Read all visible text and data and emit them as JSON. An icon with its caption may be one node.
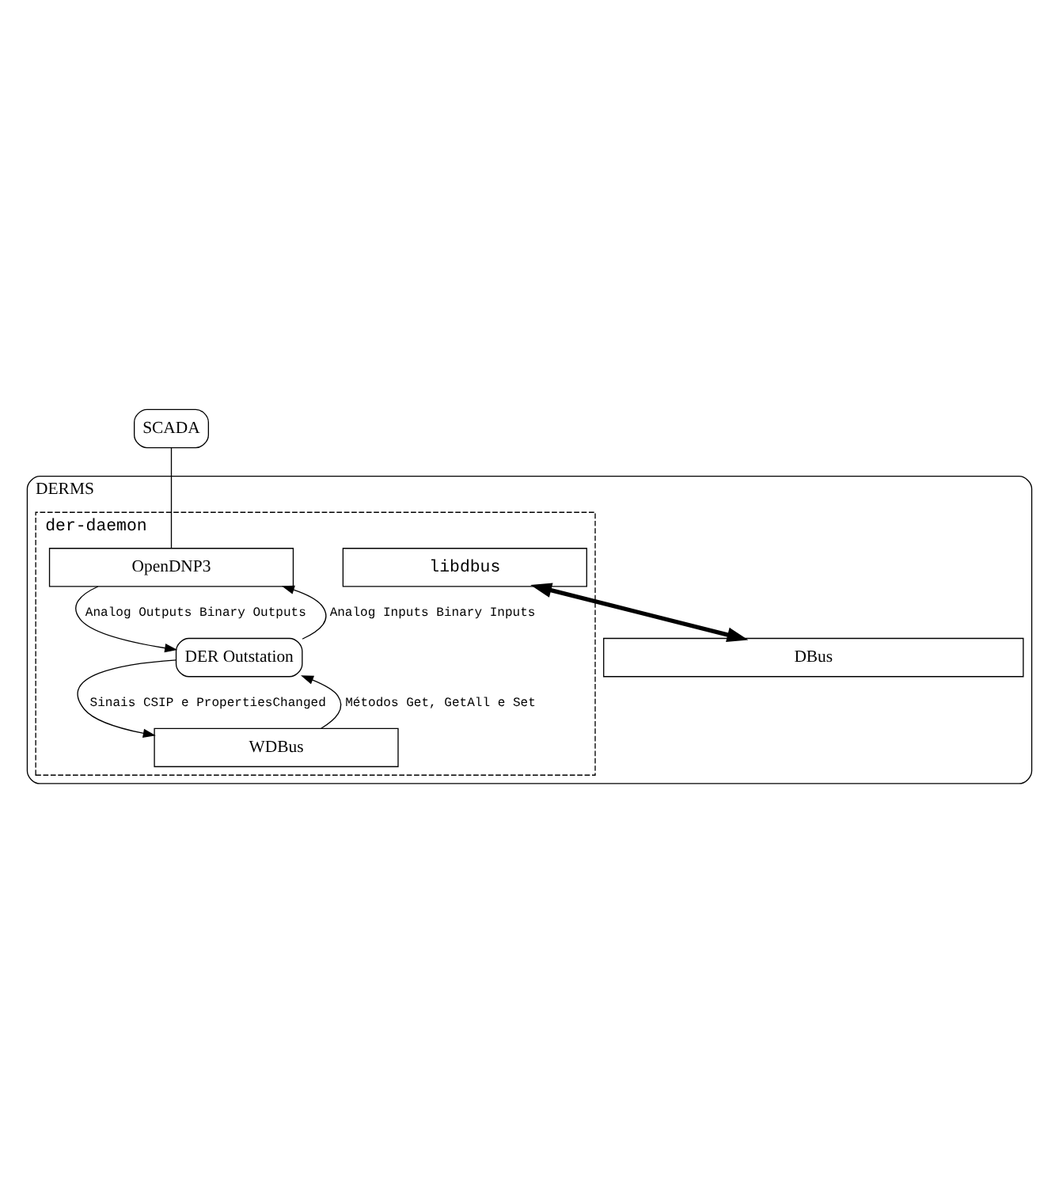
{
  "diagram": {
    "nodes": [
      {
        "text": [
          "SCADA"
        ]
      },
      {
        "text": [
          "DERMS"
        ]
      },
      {
        "text": [
          "der-daemon"
        ],
        "in": 1
      },
      {
        "text": [
          "OpenDNP3"
        ],
        "in": 2
      },
      {
        "text": [
          "DER Outstation"
        ],
        "in": 2
      },
      {
        "text": [
          "WDBus"
        ],
        "in": 2
      },
      {
        "text": [
          "libdbus"
        ],
        "in": 2
      },
      {
        "text": [
          "DBus"
        ],
        "in": 1
      }
    ],
    "edges": [
      {
        "from": 0,
        "to": 3,
        "arrow": "none"
      },
      {
        "from": 4,
        "to": 3,
        "arrow": "to",
        "label": "Analog Inputs Binary Inputs"
      },
      {
        "from": 3,
        "to": 4,
        "arrow": "to",
        "label": "Analog Outputs Binary Outputs"
      },
      {
        "from": 4,
        "to": 5,
        "arrow": "to",
        "label": "Sinais CSIP e PropertiesChanged"
      },
      {
        "from": 5,
        "to": 4,
        "arrow": "to",
        "label": "Métodos Get, GetAll e Set"
      },
      {
        "from": 6,
        "to": 7,
        "arrow": "both",
        "style": "thick"
      }
    ]
  }
}
